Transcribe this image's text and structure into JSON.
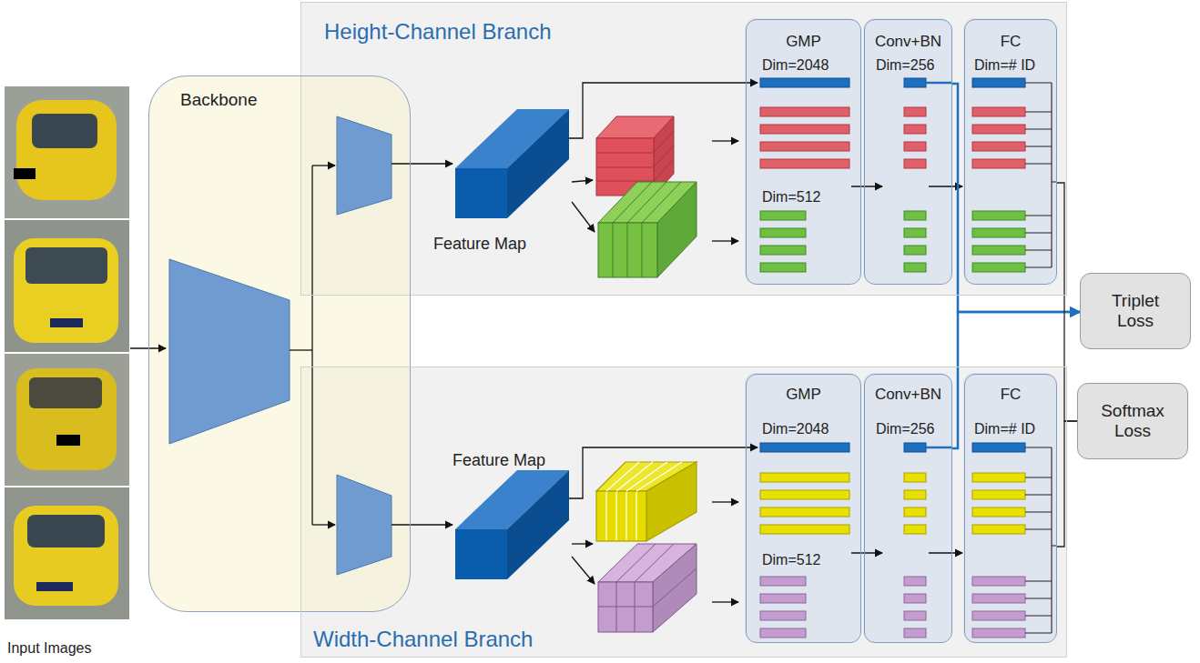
{
  "diagram": {
    "nodes": [
      {
        "text": [
          "Height-Channel Branch"
        ]
      },
      {
        "text": [
          "GMP",
          "Dim=2048",
          "Dim=512"
        ],
        "in": 0
      },
      {
        "text": [
          "Conv+BN",
          "Dim=256"
        ],
        "in": 0
      },
      {
        "text": [
          "FC",
          "Dim=# ID"
        ],
        "in": 0
      },
      {
        "text": [
          "Backbone"
        ]
      },
      {
        "text": [
          "Triplet Loss"
        ]
      },
      {
        "text": [
          "Softmax Loss"
        ]
      },
      {
        "text": [
          "Width-Channel Branch"
        ]
      },
      {
        "text": [
          "GMP",
          "Dim=2048",
          "Dim=512"
        ],
        "in": 7
      },
      {
        "text": [
          "Conv+BN",
          "Dim=256"
        ],
        "in": 7
      },
      {
        "text": [
          "FC",
          "Dim=# ID"
        ],
        "in": 7
      }
    ],
    "edges": [
      {
        "from": 2,
        "to": 5,
        "arrow": "to"
      },
      {
        "from": 9,
        "to": 5,
        "arrow": "to"
      },
      {
        "from": 3,
        "to": 6,
        "arrow": "none"
      },
      {
        "from": 10,
        "to": 6,
        "arrow": "none"
      }
    ],
    "labels": [
      "Feature Map",
      "Feature Map",
      "Input Images"
    ]
  }
}
